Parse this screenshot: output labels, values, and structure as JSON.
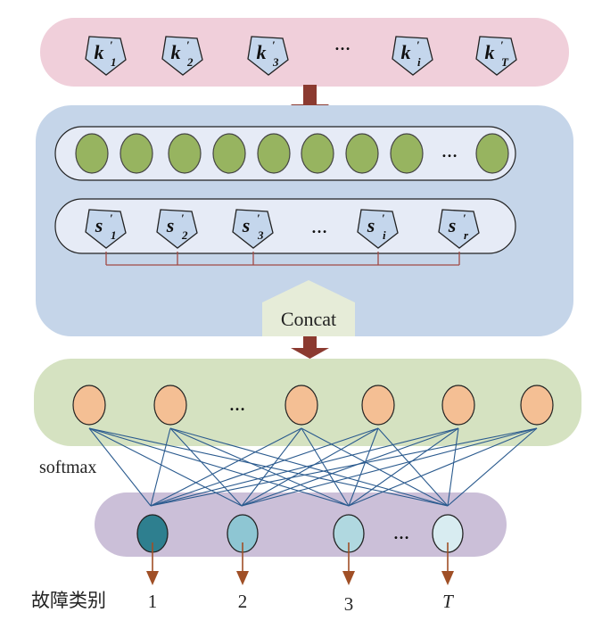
{
  "input_layer": {
    "nodes": [
      {
        "symbol": "k",
        "sub": "1",
        "prime": "′"
      },
      {
        "symbol": "k",
        "sub": "2",
        "prime": "′"
      },
      {
        "symbol": "k",
        "sub": "3",
        "prime": "′"
      },
      {
        "ellipsis": "…"
      },
      {
        "symbol": "k",
        "sub": "i",
        "prime": "′"
      },
      {
        "symbol": "k",
        "sub": "T",
        "prime": "′"
      }
    ]
  },
  "encoder": {
    "hidden_units": {
      "count_shown": 9,
      "ellipsis": "…"
    },
    "state_nodes": [
      {
        "symbol": "s",
        "sub": "1",
        "prime": "′"
      },
      {
        "symbol": "s",
        "sub": "2",
        "prime": "′"
      },
      {
        "symbol": "s",
        "sub": "3",
        "prime": "′"
      },
      {
        "ellipsis": "…"
      },
      {
        "symbol": "s",
        "sub": "i",
        "prime": "′"
      },
      {
        "symbol": "s",
        "sub": "r",
        "prime": "′"
      }
    ],
    "concat_label": "Concat"
  },
  "dense_layer": {
    "count_shown": 6,
    "ellipsis": "…"
  },
  "softmax_label": "softmax",
  "output_layer": {
    "ellipsis": "…",
    "classes": [
      {
        "label": "1",
        "color": "#2e7f8f"
      },
      {
        "label": "2",
        "color": "#8ec6d3"
      },
      {
        "label": "3",
        "color": "#b0d8e0"
      },
      {
        "label": "T",
        "color": "#d8ecf1"
      }
    ]
  },
  "fault_category_label": "故障类别",
  "colors": {
    "input_band": "#f0cfda",
    "encoder_panel": "#c5d5e9",
    "capsule": "#e6ebf6",
    "pentagon": "#c4d6ec",
    "hidden_unit": "#97b460",
    "dense_band": "#d5e2c1",
    "dense_unit": "#f4bf94",
    "output_band": "#cbbfd8",
    "arrow_dark": "#8b3a30",
    "arrow_out": "#a04f26",
    "connection": "#2a5a8e",
    "bracket": "#a04a45",
    "concat_box": "#e6ecd8"
  }
}
